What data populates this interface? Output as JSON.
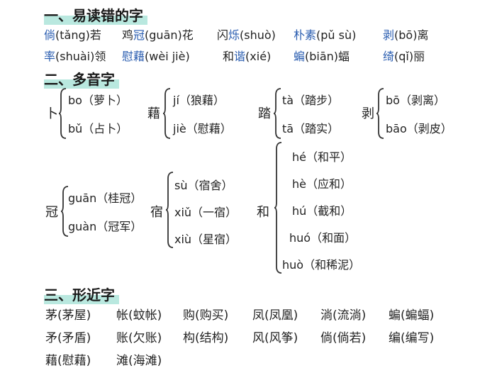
{
  "sections": {
    "s1": {
      "title": "一、易读错的字"
    },
    "s2": {
      "title": "二、多音字"
    },
    "s3": {
      "title": "三、形近字"
    }
  },
  "hard_to_read": {
    "row1": [
      {
        "pre": "",
        "hl": "倘",
        "post": "(tǎng)若"
      },
      {
        "pre": "鸡",
        "hl": "冠",
        "post": "(guān)花"
      },
      {
        "pre": "闪",
        "hl": "烁",
        "post": "(shuò)"
      },
      {
        "pre": "",
        "hl": "朴素",
        "post": "(pǔ sù)"
      },
      {
        "pre": "",
        "hl": "剥",
        "post": "(bō)离"
      }
    ],
    "row2": [
      {
        "pre": "",
        "hl": "率",
        "post": "(shuài)领"
      },
      {
        "pre": "",
        "hl": "慰藉",
        "post": "(wèi jiè)"
      },
      {
        "pre": "和",
        "hl": "谐",
        "post": "(xié)"
      },
      {
        "pre": "",
        "hl": "蝙",
        "post": "(biān)蝠"
      },
      {
        "pre": "",
        "hl": "绮",
        "post": "(qǐ)丽"
      }
    ]
  },
  "polyphones": {
    "bu": {
      "char": "卜",
      "readings": [
        "bo（萝卜）",
        "bǔ（占卜）"
      ]
    },
    "ji": {
      "char": "藉",
      "readings": [
        "jí（狼藉）",
        "jiè（慰藉）"
      ]
    },
    "ta": {
      "char": "踏",
      "readings": [
        "tà（踏步）",
        "tā（踏实）"
      ]
    },
    "bo": {
      "char": "剥",
      "readings": [
        "bō（剥离）",
        "bāo（剥皮）"
      ]
    },
    "guan": {
      "char": "冠",
      "readings": [
        "guān（桂冠）",
        "guàn（冠军）"
      ]
    },
    "su": {
      "char": "宿",
      "readings": [
        "sù（宿舍）",
        "xiǔ（一宿）",
        "xiù（星宿）"
      ]
    },
    "he": {
      "char": "和",
      "readings": [
        "hé（和平）",
        "hè（应和）",
        "hú（截和）",
        "huó（和面）",
        "huò（和稀泥）"
      ]
    }
  },
  "similar": {
    "row1": [
      "茅(茅屋)",
      "帐(蚊帐)",
      "购(购买)",
      "凤(凤凰)",
      "淌(流淌)",
      "蝙(蝙蝠)"
    ],
    "row2": [
      "矛(矛盾)",
      "账(欠账)",
      "构(结构)",
      "风(风筝)",
      "倘(倘若)",
      "编(编写)"
    ],
    "row3": [
      "藉(慰藉)",
      "滩(海滩)"
    ]
  }
}
